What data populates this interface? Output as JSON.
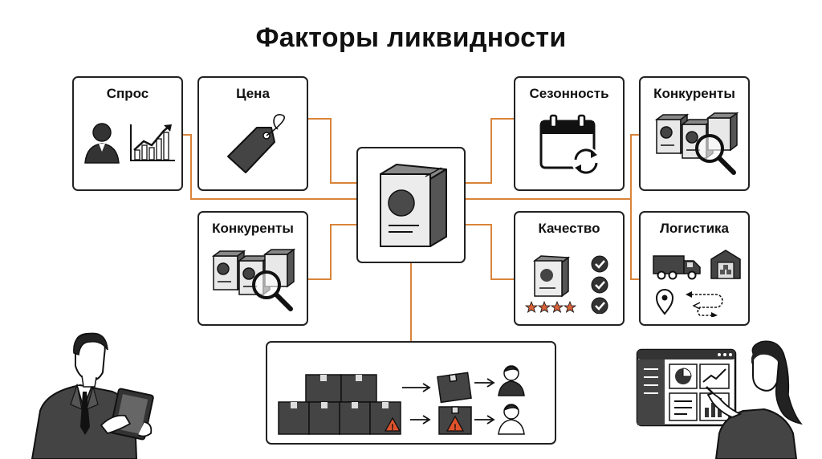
{
  "title": "Факторы ликвидности",
  "factors": {
    "demand": "Спрос",
    "price": "Цена",
    "seasonality": "Сезонность",
    "competitors_top": "Конкуренты",
    "competitors_left": "Конкуренты",
    "quality": "Качество",
    "logistics": "Логистика"
  },
  "colors": {
    "connector": "#d9843a",
    "icon_dark": "#333333",
    "warning": "#e0522b",
    "star": "#d9623a"
  },
  "icons": [
    "user-icon",
    "growth-chart-icon",
    "price-tag-icon",
    "calendar-refresh-icon",
    "product-boxes-icon",
    "magnifier-icon",
    "truck-icon",
    "warehouse-icon",
    "location-pin-icon",
    "route-icon",
    "checkmark-icon",
    "star-icon",
    "warning-icon",
    "tablet-icon",
    "dashboard-icon"
  ]
}
